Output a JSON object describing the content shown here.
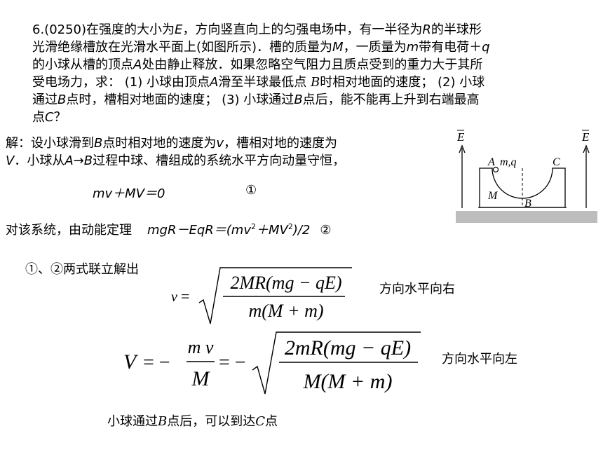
{
  "problem": {
    "lines": [
      [
        "6.(0250)在强度的大小为",
        "E",
        "，方向竖直向上的匀强电场中，有一半径为",
        "R",
        "的半球形"
      ],
      [
        "光滑绝缘槽放在光滑水平面上(如图所示)．槽的质量为",
        "M",
        "，一质量为",
        "m",
        "带有电荷＋",
        "q"
      ],
      [
        "的小球从槽的顶点",
        "A",
        "处由静止释放．如果忽略空气阻力且质点受到的重力大于其所"
      ],
      [
        "受电场力，求： (1) 小球由顶点",
        "A",
        "滑至半球最低点 ",
        "B",
        "时相对地面的速度； (2) 小球"
      ],
      [
        "通过",
        "B",
        "点时，槽相对地面的速度； (3) 小球通过",
        "B",
        "点后，能不能再上升到右端最高"
      ],
      [
        "点",
        "C",
        "？"
      ]
    ]
  },
  "solution": {
    "line1": [
      "解：设小球滑到",
      "B",
      "点时相对地的速度为",
      "v",
      "，槽相对地的速度为"
    ],
    "line2": [
      "V",
      "．小球从",
      "A",
      "→",
      "B",
      "过程中球、槽组成的系统水平方向动量守恒，"
    ],
    "eq1": "mv＋MV＝0",
    "eq1_num": "①",
    "energy_label": "对该系统，由动能定理",
    "energy_eq": [
      "mgR－EqR＝(mv",
      "2",
      "＋MV",
      "2",
      ")/2"
    ],
    "energy_num": "②",
    "combine": "①、②两式联立解出",
    "formula_v": {
      "lhs": "v",
      "eq": "=",
      "numerator": "2MR(mg − qE)",
      "denominator": "m(M + m)",
      "direction": "方向水平向右"
    },
    "formula_V": {
      "lhs": "V",
      "eq1": "= −",
      "frac_num": "m v",
      "frac_den": "M",
      "eq2": "= −",
      "numerator": "2mR(mg − qE)",
      "denominator": "M(M + m)",
      "direction": "方向水平向左"
    },
    "conclusion": [
      "小球通过",
      "B",
      "点后，可以到达",
      "C",
      "点"
    ]
  },
  "diagram": {
    "label_E_left": "E",
    "label_E_right": "E",
    "label_A": "A",
    "label_mq": "m,q",
    "label_C": "C",
    "label_M": "M",
    "label_B": "B"
  }
}
